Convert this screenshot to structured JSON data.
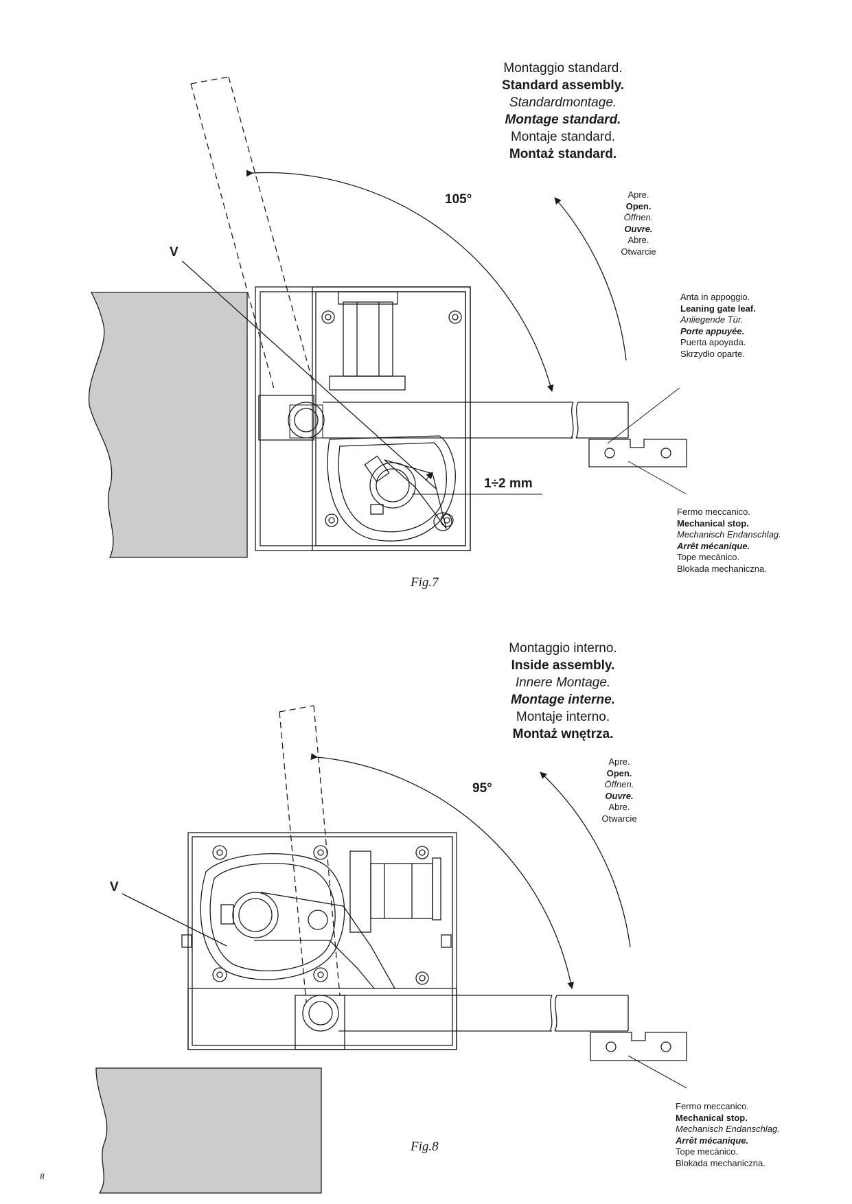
{
  "fig7": {
    "caption": "Fig.7",
    "title_lines": [
      "Montaggio standard.",
      "Standard assembly.",
      "Standardmontage.",
      "Montage standard.",
      "Montaje standard.",
      "Montaż standard."
    ],
    "angle": "105°",
    "v_label": "V",
    "open_lines": [
      "Apre.",
      "Open.",
      "Öffnen.",
      "Ouvre.",
      "Abre.",
      "Otwarcie"
    ],
    "leaf_lines": [
      "Anta in appoggio.",
      "Leaning gate leaf.",
      "Anliegende Tür.",
      "Porte appuyée.",
      "Puerta apoyada.",
      "Skrzydło oparte."
    ],
    "gap_label": "1÷2 mm",
    "stop_lines": [
      "Fermo meccanico.",
      "Mechanical stop.",
      "Mechanisch Endanschlag.",
      "Arrêt mécanique.",
      "Tope mecánico.",
      "Blokada mechaniczna."
    ]
  },
  "fig8": {
    "caption": "Fig.8",
    "title_lines": [
      "Montaggio interno.",
      "Inside assembly.",
      "Innere Montage.",
      "Montage interne.",
      "Montaje interno.",
      "Montaż wnętrza."
    ],
    "angle": "95°",
    "v_label": "V",
    "open_lines": [
      "Apre.",
      "Open.",
      "Öffnen.",
      "Ouvre.",
      "Abre.",
      "Otwarcie"
    ],
    "stop_lines": [
      "Fermo meccanico.",
      "Mechanical stop.",
      "Mechanisch Endanschlag.",
      "Arrêt mécanique.",
      "Tope mecánico.",
      "Blokada mechaniczna."
    ]
  },
  "page_number": "8",
  "colors": {
    "wall_fill": "#cccccc",
    "line": "#1a1a1a"
  }
}
